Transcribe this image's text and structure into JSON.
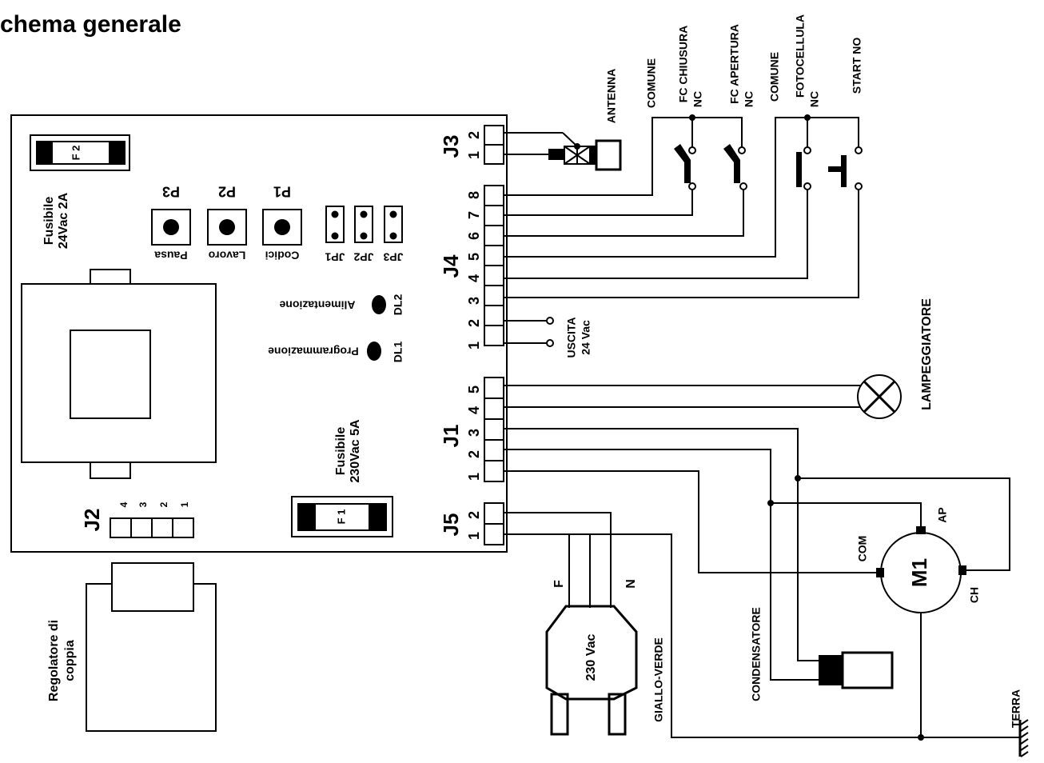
{
  "title": "chema generale",
  "board": {
    "fuse_f2": {
      "label_lines": [
        "Fusibile",
        "24Vac 2A"
      ],
      "code": "F 2"
    },
    "fuse_f1": {
      "label_lines": [
        "Fusibile",
        "230Vac 5A"
      ],
      "code": "F 1"
    },
    "buttons": [
      {
        "id": "P3",
        "caption": "Pausa"
      },
      {
        "id": "P2",
        "caption": "Lavoro"
      },
      {
        "id": "P1",
        "caption": "Codici"
      }
    ],
    "jumpers": [
      "JP1",
      "JP2",
      "JP3"
    ],
    "leds": [
      {
        "id": "DL2",
        "caption": "Alimentazione"
      },
      {
        "id": "DL1",
        "caption": "Programmazione"
      }
    ],
    "connector_j2": {
      "name": "J2",
      "pins": [
        "4",
        "3",
        "2",
        "1"
      ]
    }
  },
  "connectors": {
    "J3": {
      "name": "J3",
      "pins": [
        "2",
        "1"
      ]
    },
    "J4": {
      "name": "J4",
      "pins": [
        "8",
        "7",
        "6",
        "5",
        "4",
        "3",
        "2",
        "1"
      ]
    },
    "J1": {
      "name": "J1",
      "pins": [
        "5",
        "4",
        "3",
        "2",
        "1"
      ]
    },
    "J5": {
      "name": "J5",
      "pins": [
        "2",
        "1"
      ]
    }
  },
  "external": {
    "antenna": "ANTENNA",
    "comune_1": "COMUNE",
    "fc_chiusura": [
      "FC CHIUSURA",
      "NC"
    ],
    "fc_apertura": [
      "FC APERTURA",
      "NC"
    ],
    "comune_2": "COMUNE",
    "fotocellula": [
      "FOTOCELLULA",
      "NC"
    ],
    "start": "START  NO",
    "uscita": [
      "USCITA",
      "24 Vac"
    ],
    "lampeggiatore": "LAMPEGGIATORE",
    "motor": {
      "name": "M1",
      "ap": "AP",
      "com": "COM",
      "ch": "CH"
    },
    "condensatore": "CONDENSATORE",
    "terra": "TERRA",
    "plug": {
      "voltage": "230 Vac",
      "f": "F",
      "n": "N"
    },
    "giallo_verde": "GIALLO-VERDE",
    "regolatore": [
      "Regolatore di",
      "coppia"
    ]
  }
}
